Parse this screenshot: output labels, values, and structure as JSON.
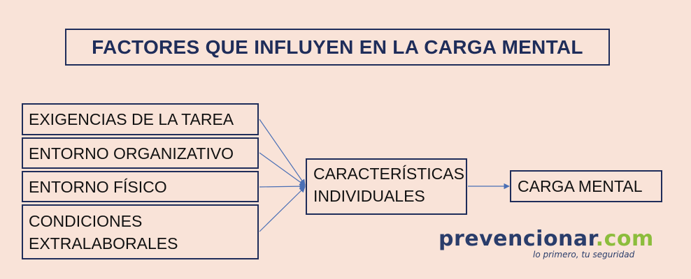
{
  "title": "FACTORES QUE INFLUYEN EN LA CARGA MENTAL",
  "factors": [
    {
      "lines": [
        "EXIGENCIAS DE LA TAREA"
      ]
    },
    {
      "lines": [
        "ENTORNO ORGANIZATIVO"
      ]
    },
    {
      "lines": [
        "ENTORNO FÍSICO"
      ]
    },
    {
      "lines": [
        "CONDICIONES",
        "EXTRALABORALES"
      ]
    }
  ],
  "middle": {
    "lines": [
      "CARACTERÍSTICAS",
      "INDIVIDUALES"
    ]
  },
  "result": "CARGA MENTAL",
  "logo": {
    "name": "prevencionar",
    "tld": ".com",
    "slogan": "lo primero, tu seguridad"
  },
  "colors": {
    "background": "#f9e3d8",
    "border": "#1f2d5a",
    "arrow": "#4a6fb5",
    "logo_blue": "#2a3d6b",
    "logo_green": "#8cbd3c"
  }
}
